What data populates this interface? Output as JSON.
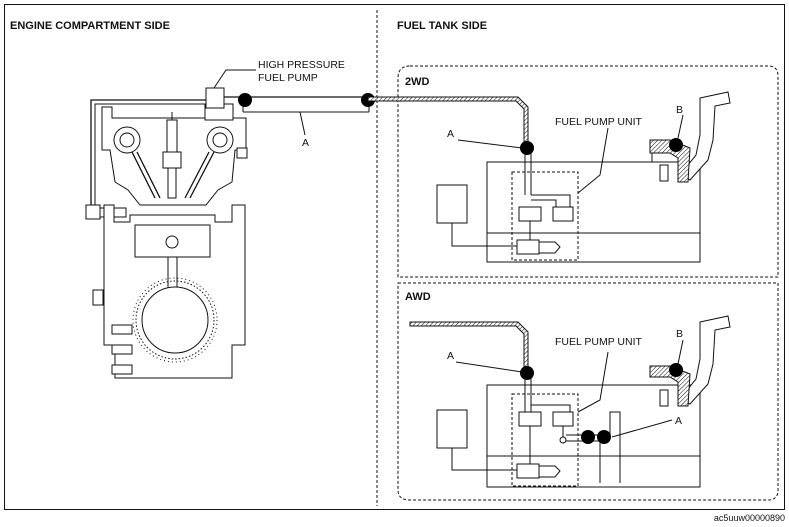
{
  "headers": {
    "engine_side": "ENGINE COMPARTMENT SIDE",
    "fuel_tank_side": "FUEL TANK SIDE"
  },
  "labels": {
    "hp_pump_line1": "HIGH PRESSURE",
    "hp_pump_line2": "FUEL PUMP",
    "a_engine": "A",
    "wd2_title": "2WD",
    "wd2_a": "A",
    "wd2_b": "B",
    "wd2_fuel_pump_unit": "FUEL PUMP UNIT",
    "awd_title": "AWD",
    "awd_a_top": "A",
    "awd_a_right": "A",
    "awd_b": "B",
    "awd_fuel_pump_unit": "FUEL PUMP UNIT"
  },
  "caption": "ac5uuw00000890"
}
